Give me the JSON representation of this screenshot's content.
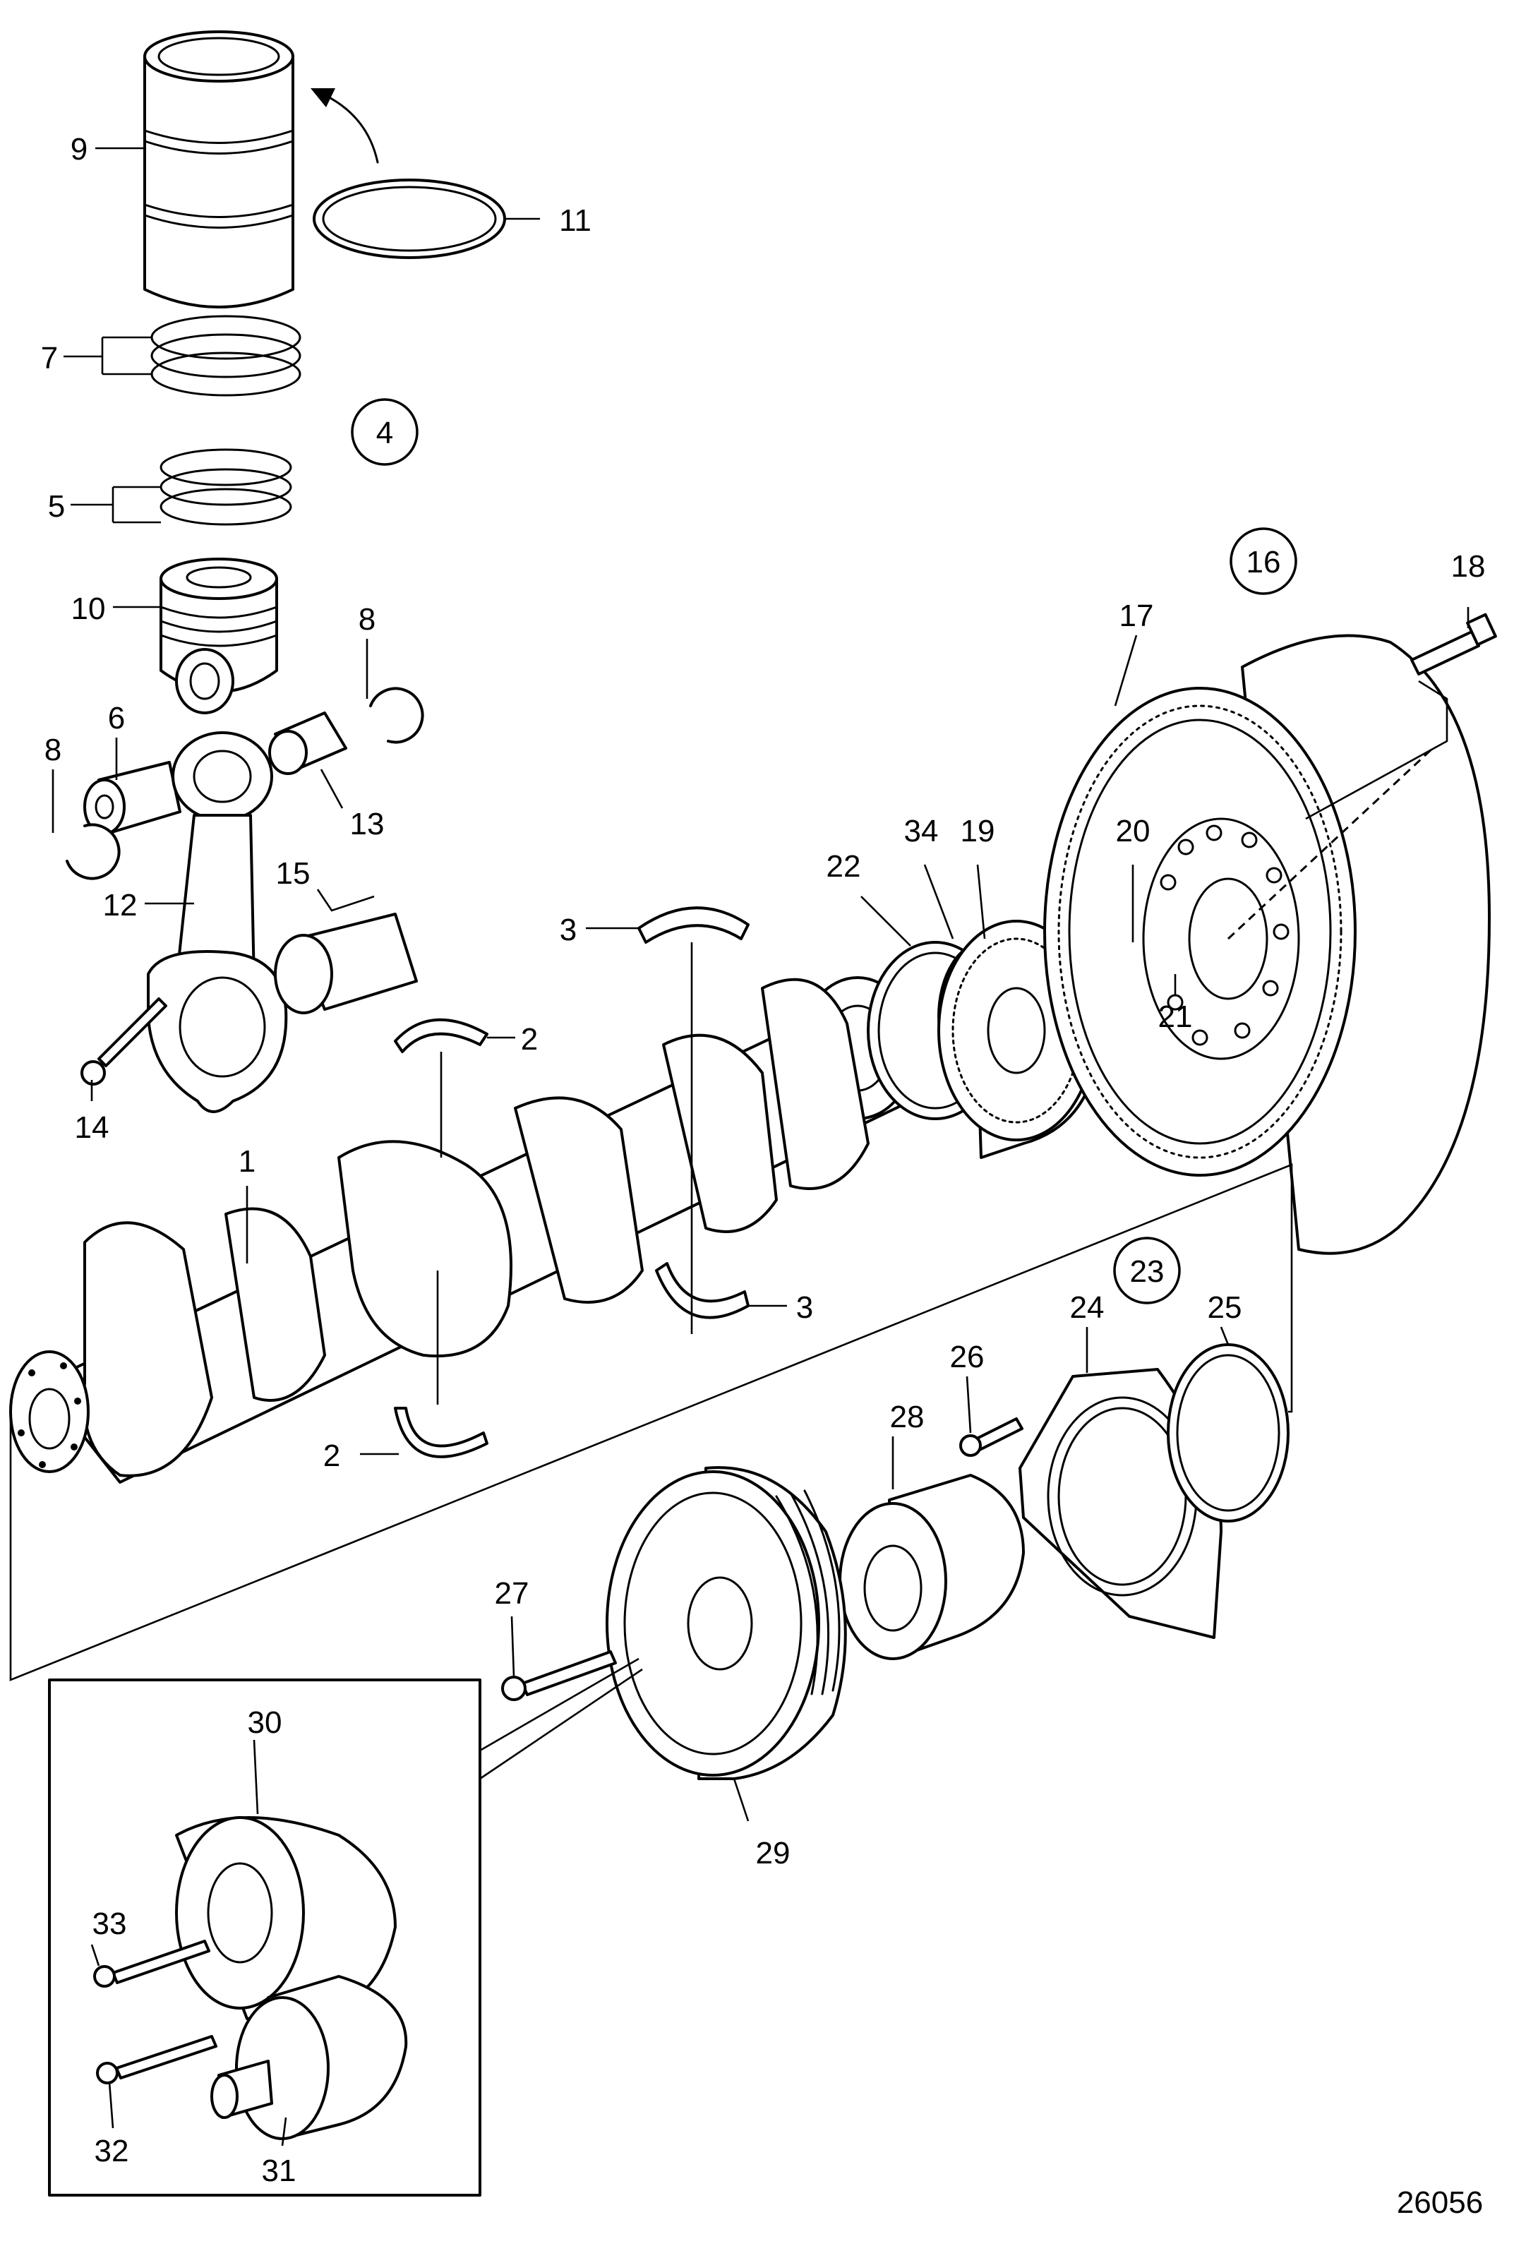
{
  "diagram": {
    "drawing_number": "26056",
    "callouts": [
      "1",
      "2",
      "2",
      "3",
      "3",
      "4",
      "5",
      "6",
      "7",
      "8",
      "8",
      "9",
      "10",
      "11",
      "12",
      "13",
      "14",
      "15",
      "16",
      "17",
      "18",
      "19",
      "20",
      "21",
      "22",
      "23",
      "24",
      "25",
      "26",
      "27",
      "28",
      "29",
      "30",
      "31",
      "32",
      "33",
      "34"
    ]
  },
  "colors": {
    "line": "#000000",
    "background": "#ffffff"
  }
}
